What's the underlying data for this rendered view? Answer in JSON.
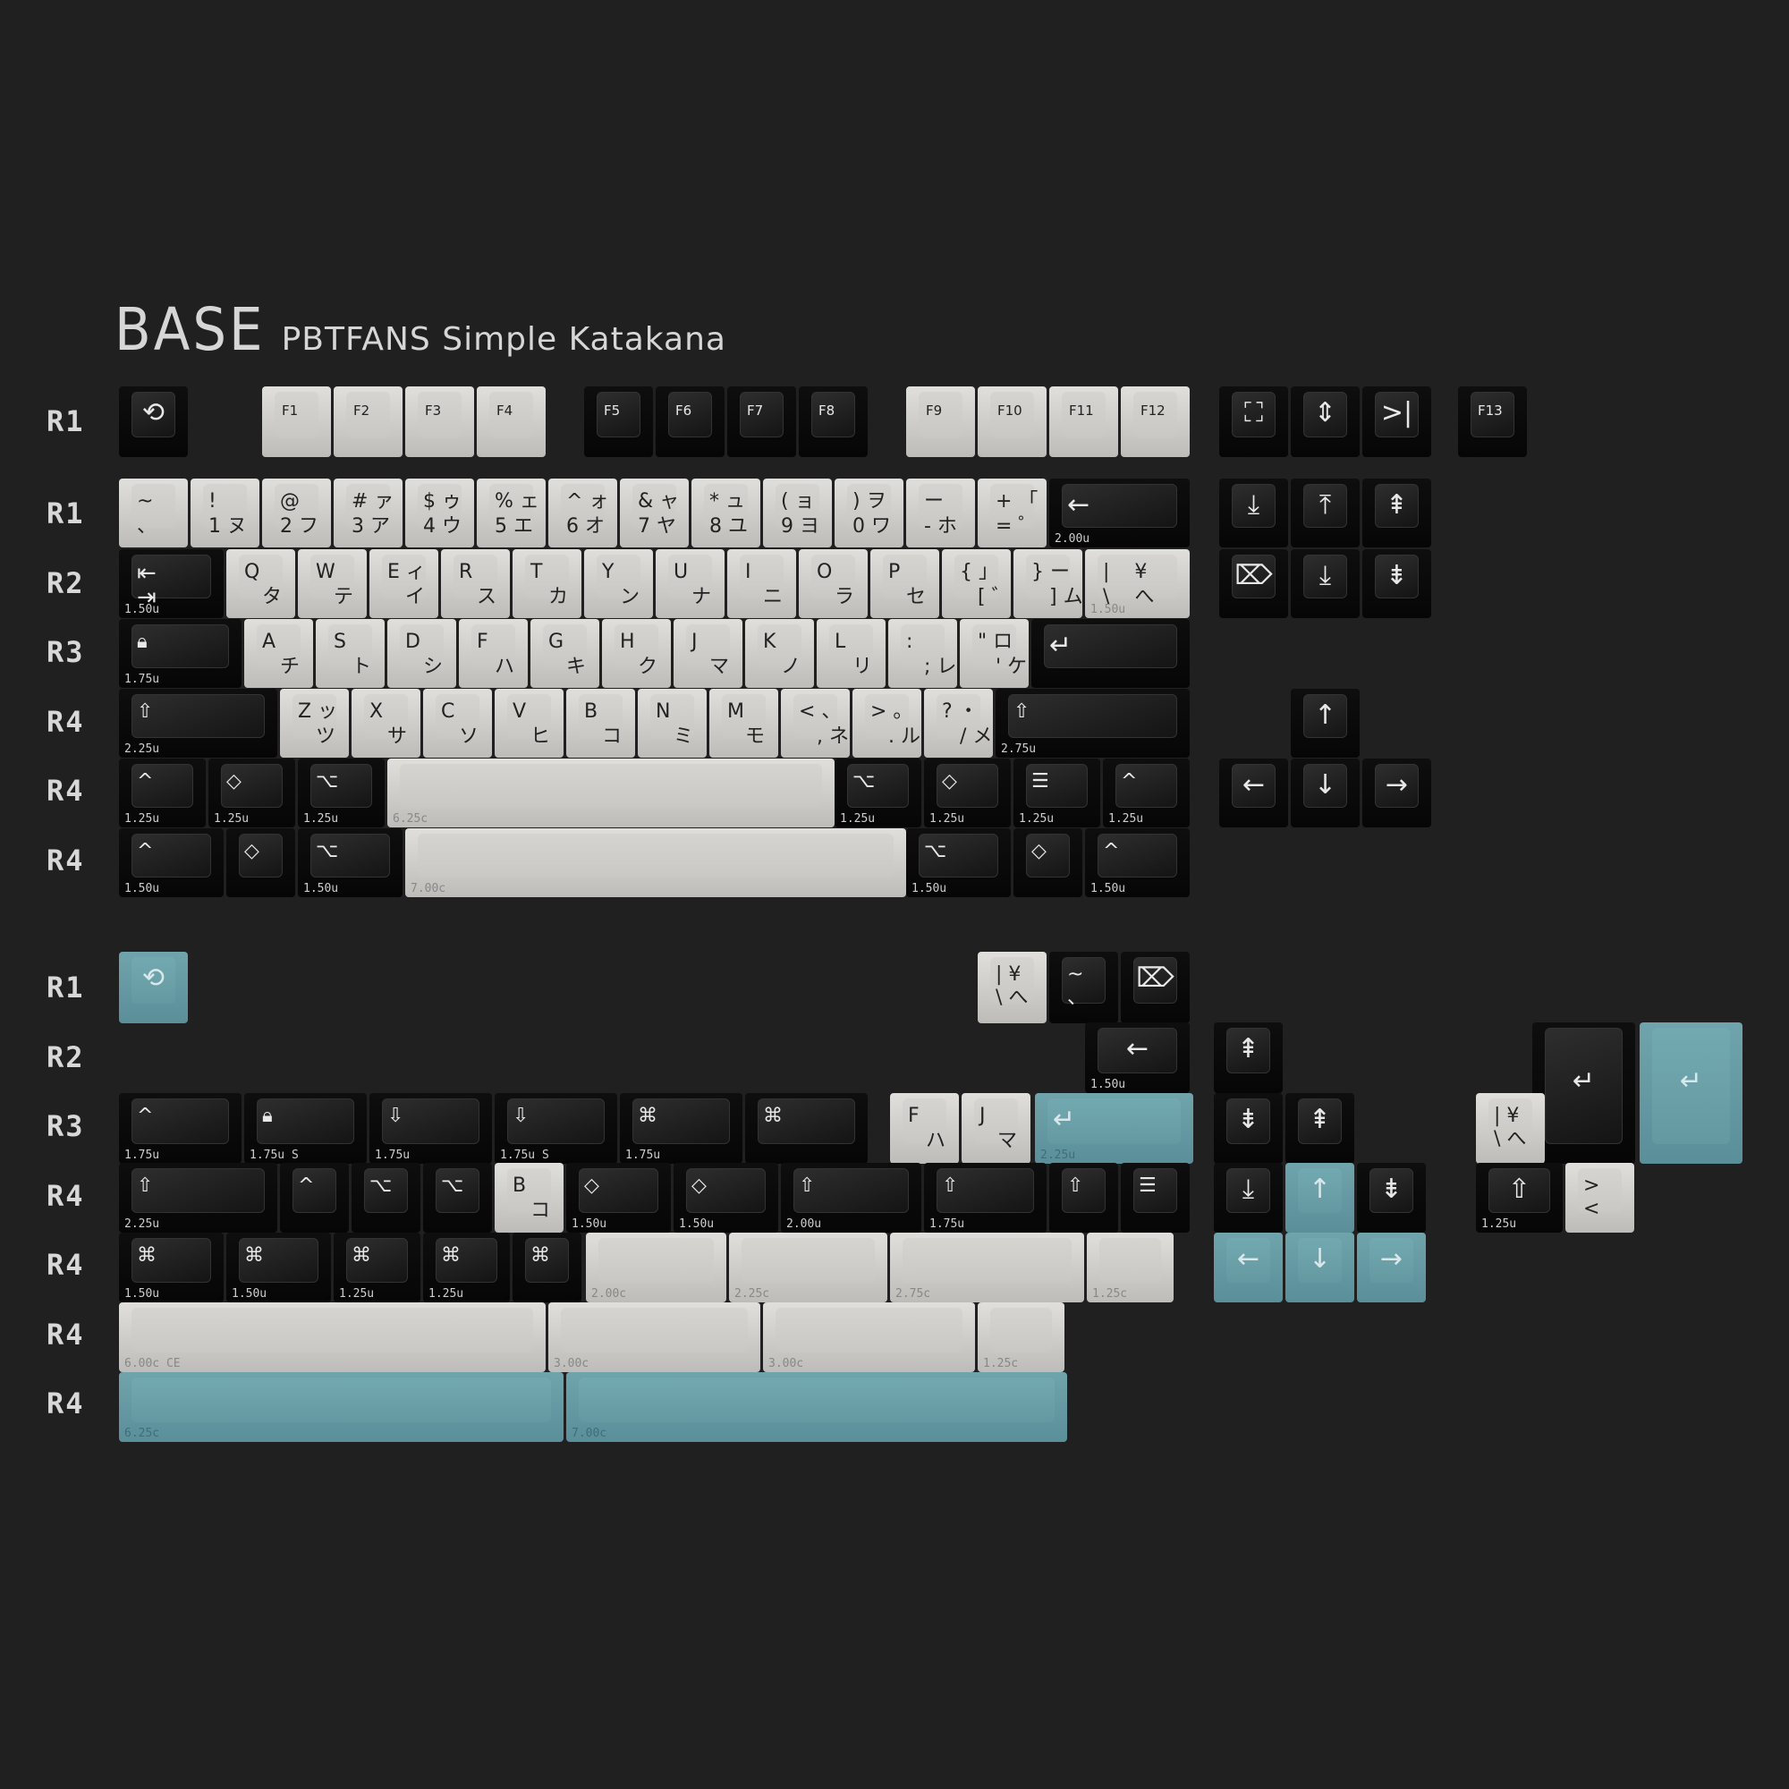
{
  "header": {
    "title": "BASE",
    "subtitle": "PBTFANS Simple Katakana"
  },
  "colors": {
    "background": "#202020",
    "dark": "#0a0a0a",
    "light": "#d4d3d0",
    "teal": "#6a9fa8",
    "legend_light": "#e8e8e8",
    "legend_dark": "#222222"
  },
  "row_labels": {
    "main": [
      "R1",
      "R1",
      "R2",
      "R3",
      "R4",
      "R4",
      "R4"
    ],
    "extras": [
      "R1",
      "R2",
      "R3",
      "R4",
      "R4",
      "R4",
      "R4"
    ]
  },
  "main_keys": {
    "esc": {
      "icon": "⟲"
    },
    "f_light_1": [
      "F1",
      "F2",
      "F3",
      "F4"
    ],
    "f_dark": [
      "F5",
      "F6",
      "F7",
      "F8"
    ],
    "f_light_2": [
      "F9",
      "F10",
      "F11",
      "F12"
    ],
    "nav_top": [
      "⛶",
      "⇕",
      ">|"
    ],
    "f13": "F13",
    "number_row": [
      {
        "top": "~",
        "bottom": "、"
      },
      {
        "top": "!",
        "bottom": "1 ヌ"
      },
      {
        "top": "@",
        "bottom": "2 フ"
      },
      {
        "top": "# ァ",
        "bottom": "3 ア"
      },
      {
        "top": "$ ゥ",
        "bottom": "4 ウ"
      },
      {
        "top": "% ェ",
        "bottom": "5 エ"
      },
      {
        "top": "^ ォ",
        "bottom": "6 オ"
      },
      {
        "top": "& ャ",
        "bottom": "7 ヤ"
      },
      {
        "top": "* ュ",
        "bottom": "8 ユ"
      },
      {
        "top": "( ョ",
        "bottom": "9 ヨ"
      },
      {
        "top": ") ヲ",
        "bottom": "0 ワ"
      },
      {
        "top": "ー",
        "bottom": "- ホ"
      },
      {
        "top": "+ 「",
        "bottom": "= ゜"
      }
    ],
    "backspace": {
      "icon": "←",
      "size": "2.00u"
    },
    "tab": {
      "icon": "⇤\n⇥",
      "size": "1.50u"
    },
    "qwerty_row": [
      {
        "top": "Q",
        "bottom": "タ"
      },
      {
        "top": "W",
        "bottom": "テ"
      },
      {
        "top": "E ィ",
        "bottom": "イ"
      },
      {
        "top": "R",
        "bottom": "ス"
      },
      {
        "top": "T",
        "bottom": "カ"
      },
      {
        "top": "Y",
        "bottom": "ン"
      },
      {
        "top": "U",
        "bottom": "ナ"
      },
      {
        "top": "I",
        "bottom": "ニ"
      },
      {
        "top": "O",
        "bottom": "ラ"
      },
      {
        "top": "P",
        "bottom": "セ"
      },
      {
        "top": "{ 」",
        "bottom": "[ ゛"
      },
      {
        "top": "} ー",
        "bottom": "] ム"
      }
    ],
    "backslash": {
      "top": "|    ¥",
      "bottom": "\\    へ",
      "size": "1.50u"
    },
    "caps": {
      "icon": "🔒︎",
      "size": "1.75u"
    },
    "home_row": [
      {
        "top": "A",
        "bottom": "チ"
      },
      {
        "top": "S",
        "bottom": "ト"
      },
      {
        "top": "D",
        "bottom": "シ"
      },
      {
        "top": "F",
        "bottom": "ハ"
      },
      {
        "top": "G",
        "bottom": "キ"
      },
      {
        "top": "H",
        "bottom": "ク"
      },
      {
        "top": "J",
        "bottom": "マ"
      },
      {
        "top": "K",
        "bottom": "ノ"
      },
      {
        "top": "L",
        "bottom": "リ"
      },
      {
        "top": ":",
        "bottom": "; レ"
      },
      {
        "top": "\" ロ",
        "bottom": "' ケ"
      }
    ],
    "enter": {
      "icon": "↵",
      "size": ""
    },
    "lshift": {
      "icon": "⇧",
      "size": "2.25u"
    },
    "bottom_row": [
      {
        "top": "Z ッ",
        "bottom": "ツ"
      },
      {
        "top": "X",
        "bottom": "サ"
      },
      {
        "top": "C",
        "bottom": "ソ"
      },
      {
        "top": "V",
        "bottom": "ヒ"
      },
      {
        "top": "B",
        "bottom": "コ"
      },
      {
        "top": "N",
        "bottom": "ミ"
      },
      {
        "top": "M",
        "bottom": "モ"
      },
      {
        "top": "< 、",
        "bottom": ", ネ"
      },
      {
        "top": "> 。",
        "bottom": ". ル"
      },
      {
        "top": "? ・",
        "bottom": "/ メ"
      }
    ],
    "rshift": {
      "icon": "⇧",
      "size": "2.75u"
    },
    "nav_mid": [
      "⤓",
      "⤒",
      "⇞"
    ],
    "nav_low": [
      "⌦",
      "⤓",
      "⇟"
    ],
    "arrow_up": "↑",
    "arrows": [
      "←",
      "↓",
      "→"
    ],
    "mod_row_1": [
      {
        "icon": "^",
        "size": "1.25u"
      },
      {
        "icon": "◇",
        "size": "1.25u"
      },
      {
        "icon": "⌥",
        "size": "1.25u"
      },
      {
        "icon": "",
        "size": "6.25c"
      },
      {
        "icon": "⌥",
        "size": "1.25u"
      },
      {
        "icon": "◇",
        "size": "1.25u"
      },
      {
        "icon": "☰",
        "size": "1.25u"
      },
      {
        "icon": "^",
        "size": "1.25u"
      }
    ],
    "mod_row_2": [
      {
        "icon": "^",
        "size": "1.50u"
      },
      {
        "icon": "◇",
        "size": ""
      },
      {
        "icon": "⌥",
        "size": "1.50u"
      },
      {
        "icon": "",
        "size": "7.00c"
      },
      {
        "icon": "⌥",
        "size": "1.50u"
      },
      {
        "icon": "◇",
        "size": ""
      },
      {
        "icon": "^",
        "size": "1.50u"
      }
    ]
  },
  "extras": {
    "esc_teal": "⟲",
    "row1_right": [
      {
        "top": "| ¥",
        "bottom": "\\ へ"
      },
      {
        "top": "~",
        "bottom": "、"
      },
      {
        "icon": "⌦"
      }
    ],
    "backspace_short": {
      "icon": "←",
      "size": "1.50u"
    },
    "nav_single": "⇞",
    "row3": [
      {
        "icon": "^",
        "size": "1.75u"
      },
      {
        "icon": "🔒︎",
        "size": "1.75u S"
      },
      {
        "icon": "⇩",
        "size": "1.75u"
      },
      {
        "icon": "⇩",
        "size": "1.75u S"
      },
      {
        "icon": "⌘",
        "size": "1.75u"
      },
      {
        "icon": "⌘",
        "size": ""
      }
    ],
    "homing": [
      {
        "top": "F",
        "bottom": "ハ"
      },
      {
        "top": "J",
        "bottom": "マ"
      }
    ],
    "enter_teal": {
      "icon": "↵",
      "size": "2.25u"
    },
    "nav_row3": [
      "⇟",
      "⇞"
    ],
    "row4": [
      {
        "icon": "⇧",
        "size": "2.25u"
      },
      {
        "icon": "^",
        "size": ""
      },
      {
        "icon": "⌥",
        "size": ""
      },
      {
        "icon": "⌥",
        "size": ""
      },
      {
        "top": "B",
        "bottom": "コ",
        "light": true
      },
      {
        "icon": "◇",
        "size": "1.50u"
      },
      {
        "icon": "◇",
        "size": "1.50u"
      },
      {
        "icon": "⇧",
        "size": "2.00u"
      },
      {
        "icon": "⇧",
        "size": "1.75u"
      },
      {
        "icon": "⇧",
        "size": ""
      },
      {
        "icon": "☰",
        "size": ""
      }
    ],
    "nav_row4": [
      "⤓",
      "↑",
      "⇟"
    ],
    "row5_mods": [
      {
        "icon": "⌘",
        "size": "1.50u"
      },
      {
        "icon": "⌘",
        "size": "1.50u"
      },
      {
        "icon": "⌘",
        "size": "1.25u"
      },
      {
        "icon": "⌘",
        "size": "1.25u"
      },
      {
        "icon": "⌘",
        "size": ""
      }
    ],
    "row5_spaces": [
      "2.00c",
      "2.25c",
      "2.75c",
      "1.25c"
    ],
    "arrows_teal": [
      "←",
      "↓",
      "→"
    ],
    "row6_spaces": [
      "6.00c CE",
      "3.00c",
      "3.00c",
      "1.25c"
    ],
    "row7_spaces": [
      "6.25c",
      "7.00c"
    ],
    "iso": {
      "enter_dark": "↵",
      "enter_teal": "↵",
      "yen": {
        "top": "| ¥",
        "bottom": "\\ へ"
      },
      "shift": {
        "icon": "⇧",
        "size": "1.25u"
      },
      "angle": {
        "top": ">",
        "bottom": "<"
      }
    }
  }
}
